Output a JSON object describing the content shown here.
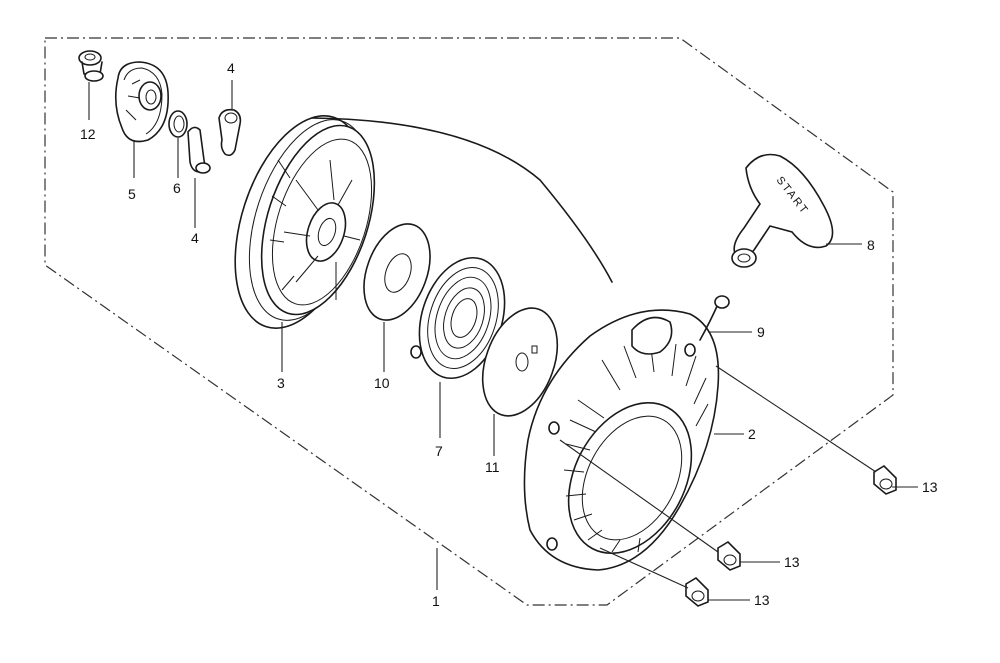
{
  "diagram": {
    "callouts": {
      "c1": "1",
      "c2": "2",
      "c3": "3",
      "c4a": "4",
      "c4b": "4",
      "c5": "5",
      "c6": "6",
      "c7": "7",
      "c8": "8",
      "c9": "9",
      "c10": "10",
      "c11": "11",
      "c12": "12",
      "c13a": "13",
      "c13b": "13",
      "c13c": "13"
    },
    "grip_label": "START"
  }
}
